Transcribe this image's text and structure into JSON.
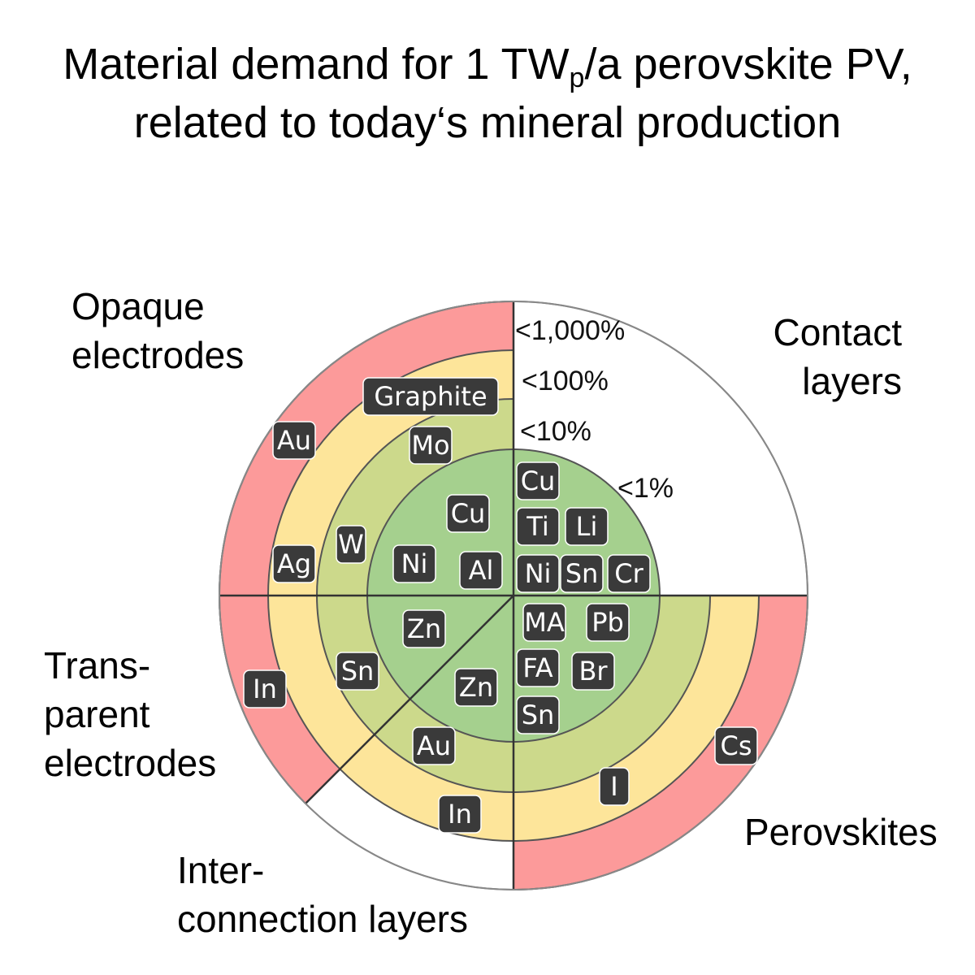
{
  "title": {
    "line1_before": "Material demand for 1 TW",
    "line1_sub": "p",
    "line1_after": "/a perovskite PV,",
    "line2": "related to today‘s mineral production"
  },
  "levels": [
    "<1%",
    "<10%",
    "<100%",
    "<1,000%"
  ],
  "sections": [
    {
      "id": "contact",
      "lines": [
        "Contact",
        "layers"
      ],
      "max_level": 0
    },
    {
      "id": "perovskites",
      "lines": [
        "Perovskites"
      ],
      "max_level": 3
    },
    {
      "id": "interconnection",
      "lines": [
        "Inter-",
        "connection layers"
      ],
      "max_level": 2
    },
    {
      "id": "transparent",
      "lines": [
        "Trans-",
        "parent",
        "electrodes"
      ],
      "max_level": 3
    },
    {
      "id": "opaque",
      "lines": [
        "Opaque",
        "electrodes"
      ],
      "max_level": 3
    }
  ],
  "materials": {
    "contact": [
      {
        "name": "Cu",
        "level": "<1%"
      },
      {
        "name": "Ti",
        "level": "<1%"
      },
      {
        "name": "Li",
        "level": "<1%"
      },
      {
        "name": "Ni",
        "level": "<1%"
      },
      {
        "name": "Sn",
        "level": "<1%"
      },
      {
        "name": "Cr",
        "level": "<1%"
      }
    ],
    "perovskites": [
      {
        "name": "MA",
        "level": "<1%"
      },
      {
        "name": "Pb",
        "level": "<1%"
      },
      {
        "name": "FA",
        "level": "<1%"
      },
      {
        "name": "Br",
        "level": "<1%"
      },
      {
        "name": "Sn",
        "level": "<1%"
      },
      {
        "name": "I",
        "level": "<100%"
      },
      {
        "name": "Cs",
        "level": "<1,000%"
      }
    ],
    "interconnection": [
      {
        "name": "Zn",
        "level": "<1%"
      },
      {
        "name": "Au",
        "level": "<10%"
      },
      {
        "name": "In",
        "level": "<100%"
      }
    ],
    "transparent": [
      {
        "name": "Zn",
        "level": "<1%"
      },
      {
        "name": "Sn",
        "level": "<10%"
      },
      {
        "name": "In",
        "level": "<1,000%"
      }
    ],
    "opaque": [
      {
        "name": "Cu",
        "level": "<1%"
      },
      {
        "name": "Ni",
        "level": "<1%"
      },
      {
        "name": "Al",
        "level": "<1%"
      },
      {
        "name": "Mo",
        "level": "<10%"
      },
      {
        "name": "W",
        "level": "<10%"
      },
      {
        "name": "Graphite",
        "level": "<100%"
      },
      {
        "name": "Ag",
        "level": "<100%"
      },
      {
        "name": "Au",
        "level": "<1,000%"
      }
    ]
  },
  "colors": {
    "ring_1": "#a5d08e",
    "ring_10": "#ccd98b",
    "ring_100": "#fde59a",
    "ring_1000": "#fc9a9a",
    "chip": "#3a3a3a",
    "outline": "#555555"
  }
}
